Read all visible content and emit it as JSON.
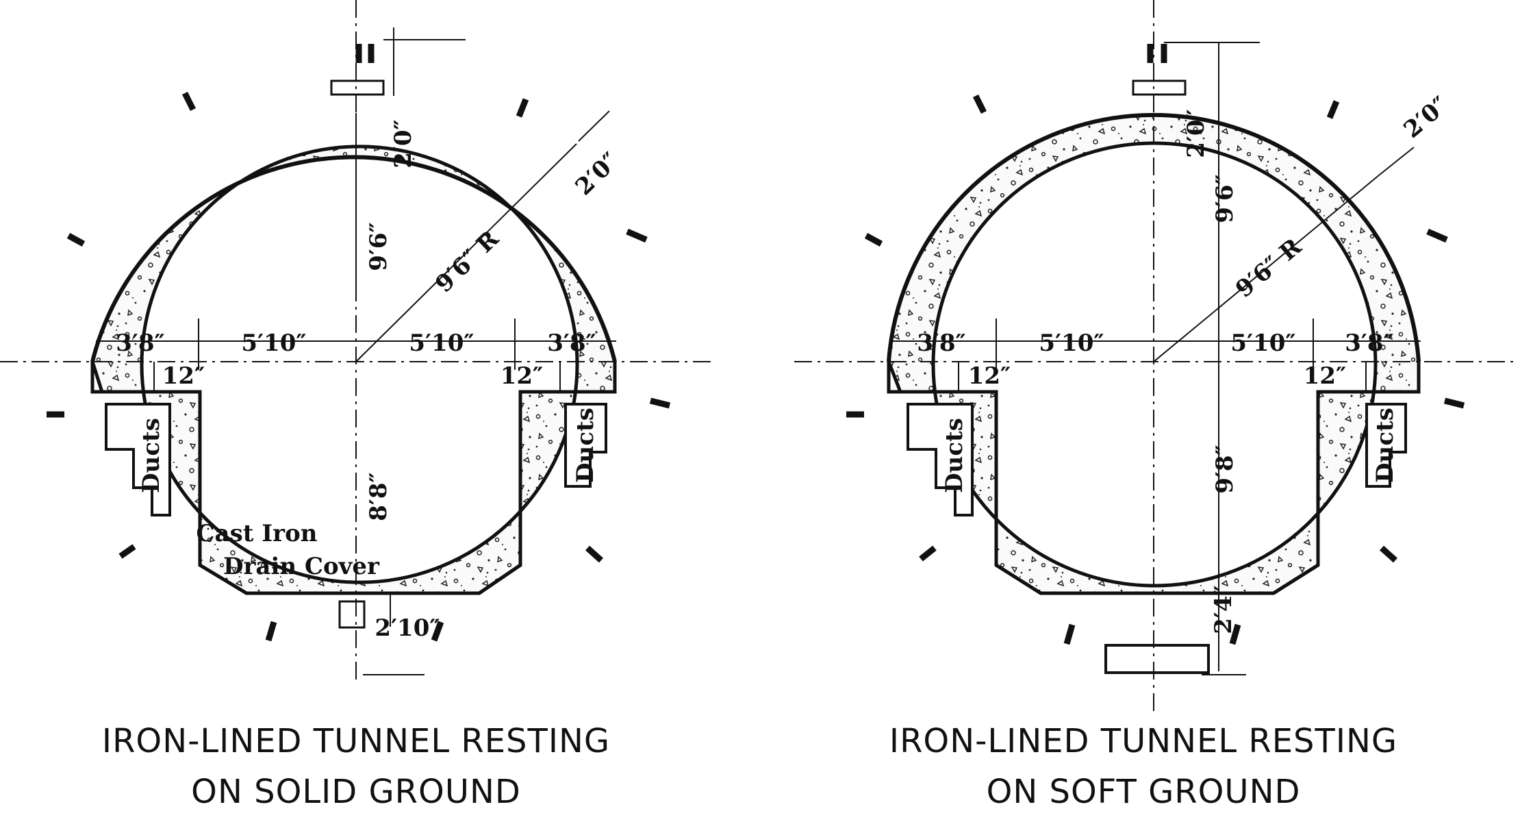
{
  "figures": [
    {
      "id": "solid",
      "caption_line1": "IRON-LINED TUNNEL RESTING",
      "caption_line2": "ON SOLID GROUND",
      "dims": {
        "top_thickness": "2′0″",
        "radius": "9′6″ R",
        "diag_thickness": "2′0″",
        "vertical_up": "9′6″",
        "vertical_down": "8′8″",
        "left_bench": "3′8″",
        "left_center": "5′10″",
        "right_center": "5′10″",
        "right_bench": "3′8″",
        "left_step": "12″",
        "right_step": "12″",
        "invert": "2′10″"
      },
      "ducts_left": "Ducts",
      "ducts_right": "Ducts",
      "drain_label_1": "Cast Iron",
      "drain_label_2": "Drain Cover"
    },
    {
      "id": "soft",
      "caption_line1": "IRON-LINED TUNNEL RESTING",
      "caption_line2": "ON SOFT GROUND",
      "dims": {
        "top_thickness": "2′0″",
        "radius": "9′6″ R",
        "diag_thickness": "2′0″",
        "vertical_up": "9′6″",
        "vertical_down": "9′8″",
        "left_bench": "3′8″",
        "left_center": "5′10″",
        "right_center": "5′10″",
        "right_bench": "3′8″",
        "left_step": "12″",
        "right_step": "12″",
        "invert": "2′4″"
      },
      "ducts_left": "Ducts",
      "ducts_right": "Ducts"
    }
  ],
  "colors": {
    "ink": "#111111",
    "paper": "#ffffff"
  }
}
